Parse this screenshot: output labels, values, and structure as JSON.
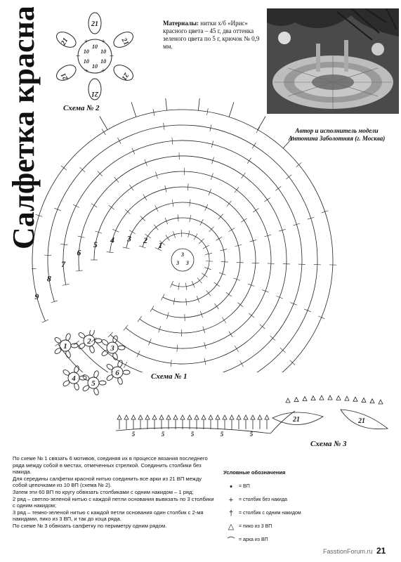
{
  "title": "Салфетка красная",
  "materials": {
    "label": "Материалы:",
    "text": "нитки х/б «Ирис» красного цвета – 45 г, два оттенка зеленого цвета по 5 г, крючок № 0,9 мм."
  },
  "author": {
    "line1": "Автор и исполнитель модели",
    "line2": "Антонина Заболотняя (г. Москва)"
  },
  "captions": {
    "scheme1": "Схема № 1",
    "scheme2": "Схема № 2",
    "scheme3": "Схема № 3"
  },
  "scheme2_numbers": {
    "inner": "10",
    "outer": "21"
  },
  "scheme1_numbers": {
    "center": "3",
    "rows": [
      "1",
      "2",
      "3",
      "4",
      "5",
      "6",
      "7",
      "8",
      "9"
    ]
  },
  "scheme3_numbers": {
    "chain": "5",
    "arc": "21"
  },
  "motifs": [
    "1",
    "2",
    "3",
    "4",
    "5",
    "6"
  ],
  "instructions": [
    "По схеме № 1 связать 6 мотивов, соединяя их в процессе вязания последнего ряда между собой в местах, отмеченных стрелкой. Соединить столбики без накида.",
    "Для середины салфетки красной нитью соединить все арки из 21 ВП между собой цепочками из 10 ВП (схема № 2).",
    "Затем эти 60 ВП по кругу обвязать столбиками с одним накидом – 1 ряд;",
    "2 ряд – светло-зеленой нитью с каждой петли основания вывязать по 3 столбики с одним накидом;",
    "3 ряд – темно-зеленой нитью с каждой петли основания один столбик с 2-мя накидами, пико из 3 ВП, и так до коца ряда.",
    "По схеме № 3 обвязать салфетку по периметру одним рядом."
  ],
  "legend": {
    "title": "Условные обозначения",
    "items": [
      {
        "icon": "dot-icon",
        "symbol": "•",
        "text": "= ВП"
      },
      {
        "icon": "plus-icon",
        "symbol": "+",
        "text": "= столбик без накида"
      },
      {
        "icon": "cross-icon",
        "symbol": "†",
        "text": "= столбик с одним накидом"
      },
      {
        "icon": "triangle-icon",
        "symbol": "△",
        "text": "= пико из 3 ВП"
      },
      {
        "icon": "arc-icon",
        "symbol": "⌒",
        "text": "= арка из ВП"
      }
    ]
  },
  "page_number": "21",
  "watermark": "FasstionForum.ru"
}
